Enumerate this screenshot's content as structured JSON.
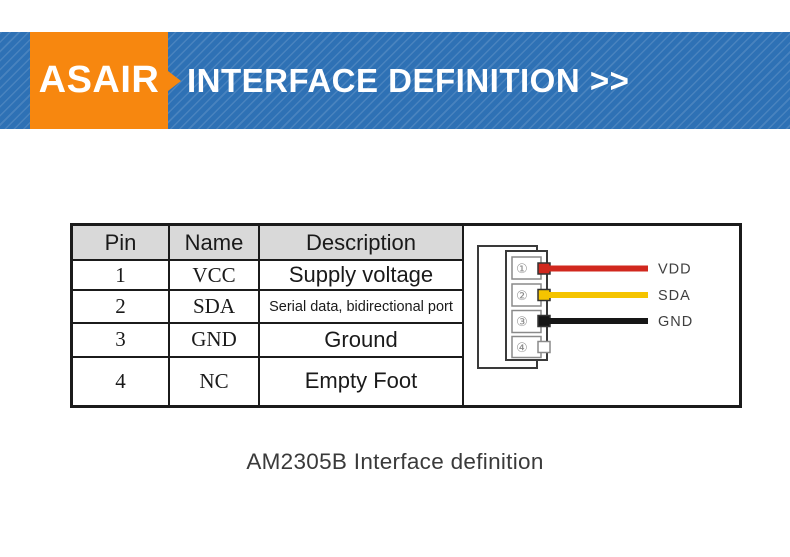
{
  "banner": {
    "logo": "ASAIR",
    "title": "INTERFACE DEFINITION >>",
    "colors": {
      "blue": "#2E71B5",
      "orange": "#F7870F"
    }
  },
  "table": {
    "headers": [
      "Pin",
      "Name",
      "Description"
    ],
    "rows": [
      {
        "pin": "1",
        "name": "VCC",
        "description": "Supply voltage"
      },
      {
        "pin": "2",
        "name": "SDA",
        "description": "Serial data, bidirectional port"
      },
      {
        "pin": "3",
        "name": "GND",
        "description": "Ground"
      },
      {
        "pin": "4",
        "name": "NC",
        "description": "Empty Foot"
      }
    ]
  },
  "connector": {
    "pins": [
      {
        "num": "①",
        "label": "VDD",
        "wire_color": "#D1281E"
      },
      {
        "num": "②",
        "label": "SDA",
        "wire_color": "#F5C400"
      },
      {
        "num": "③",
        "label": "GND",
        "wire_color": "#161616"
      },
      {
        "num": "④",
        "label": "",
        "wire_color": "#ffffff"
      }
    ]
  },
  "caption": "AM2305B Interface definition"
}
